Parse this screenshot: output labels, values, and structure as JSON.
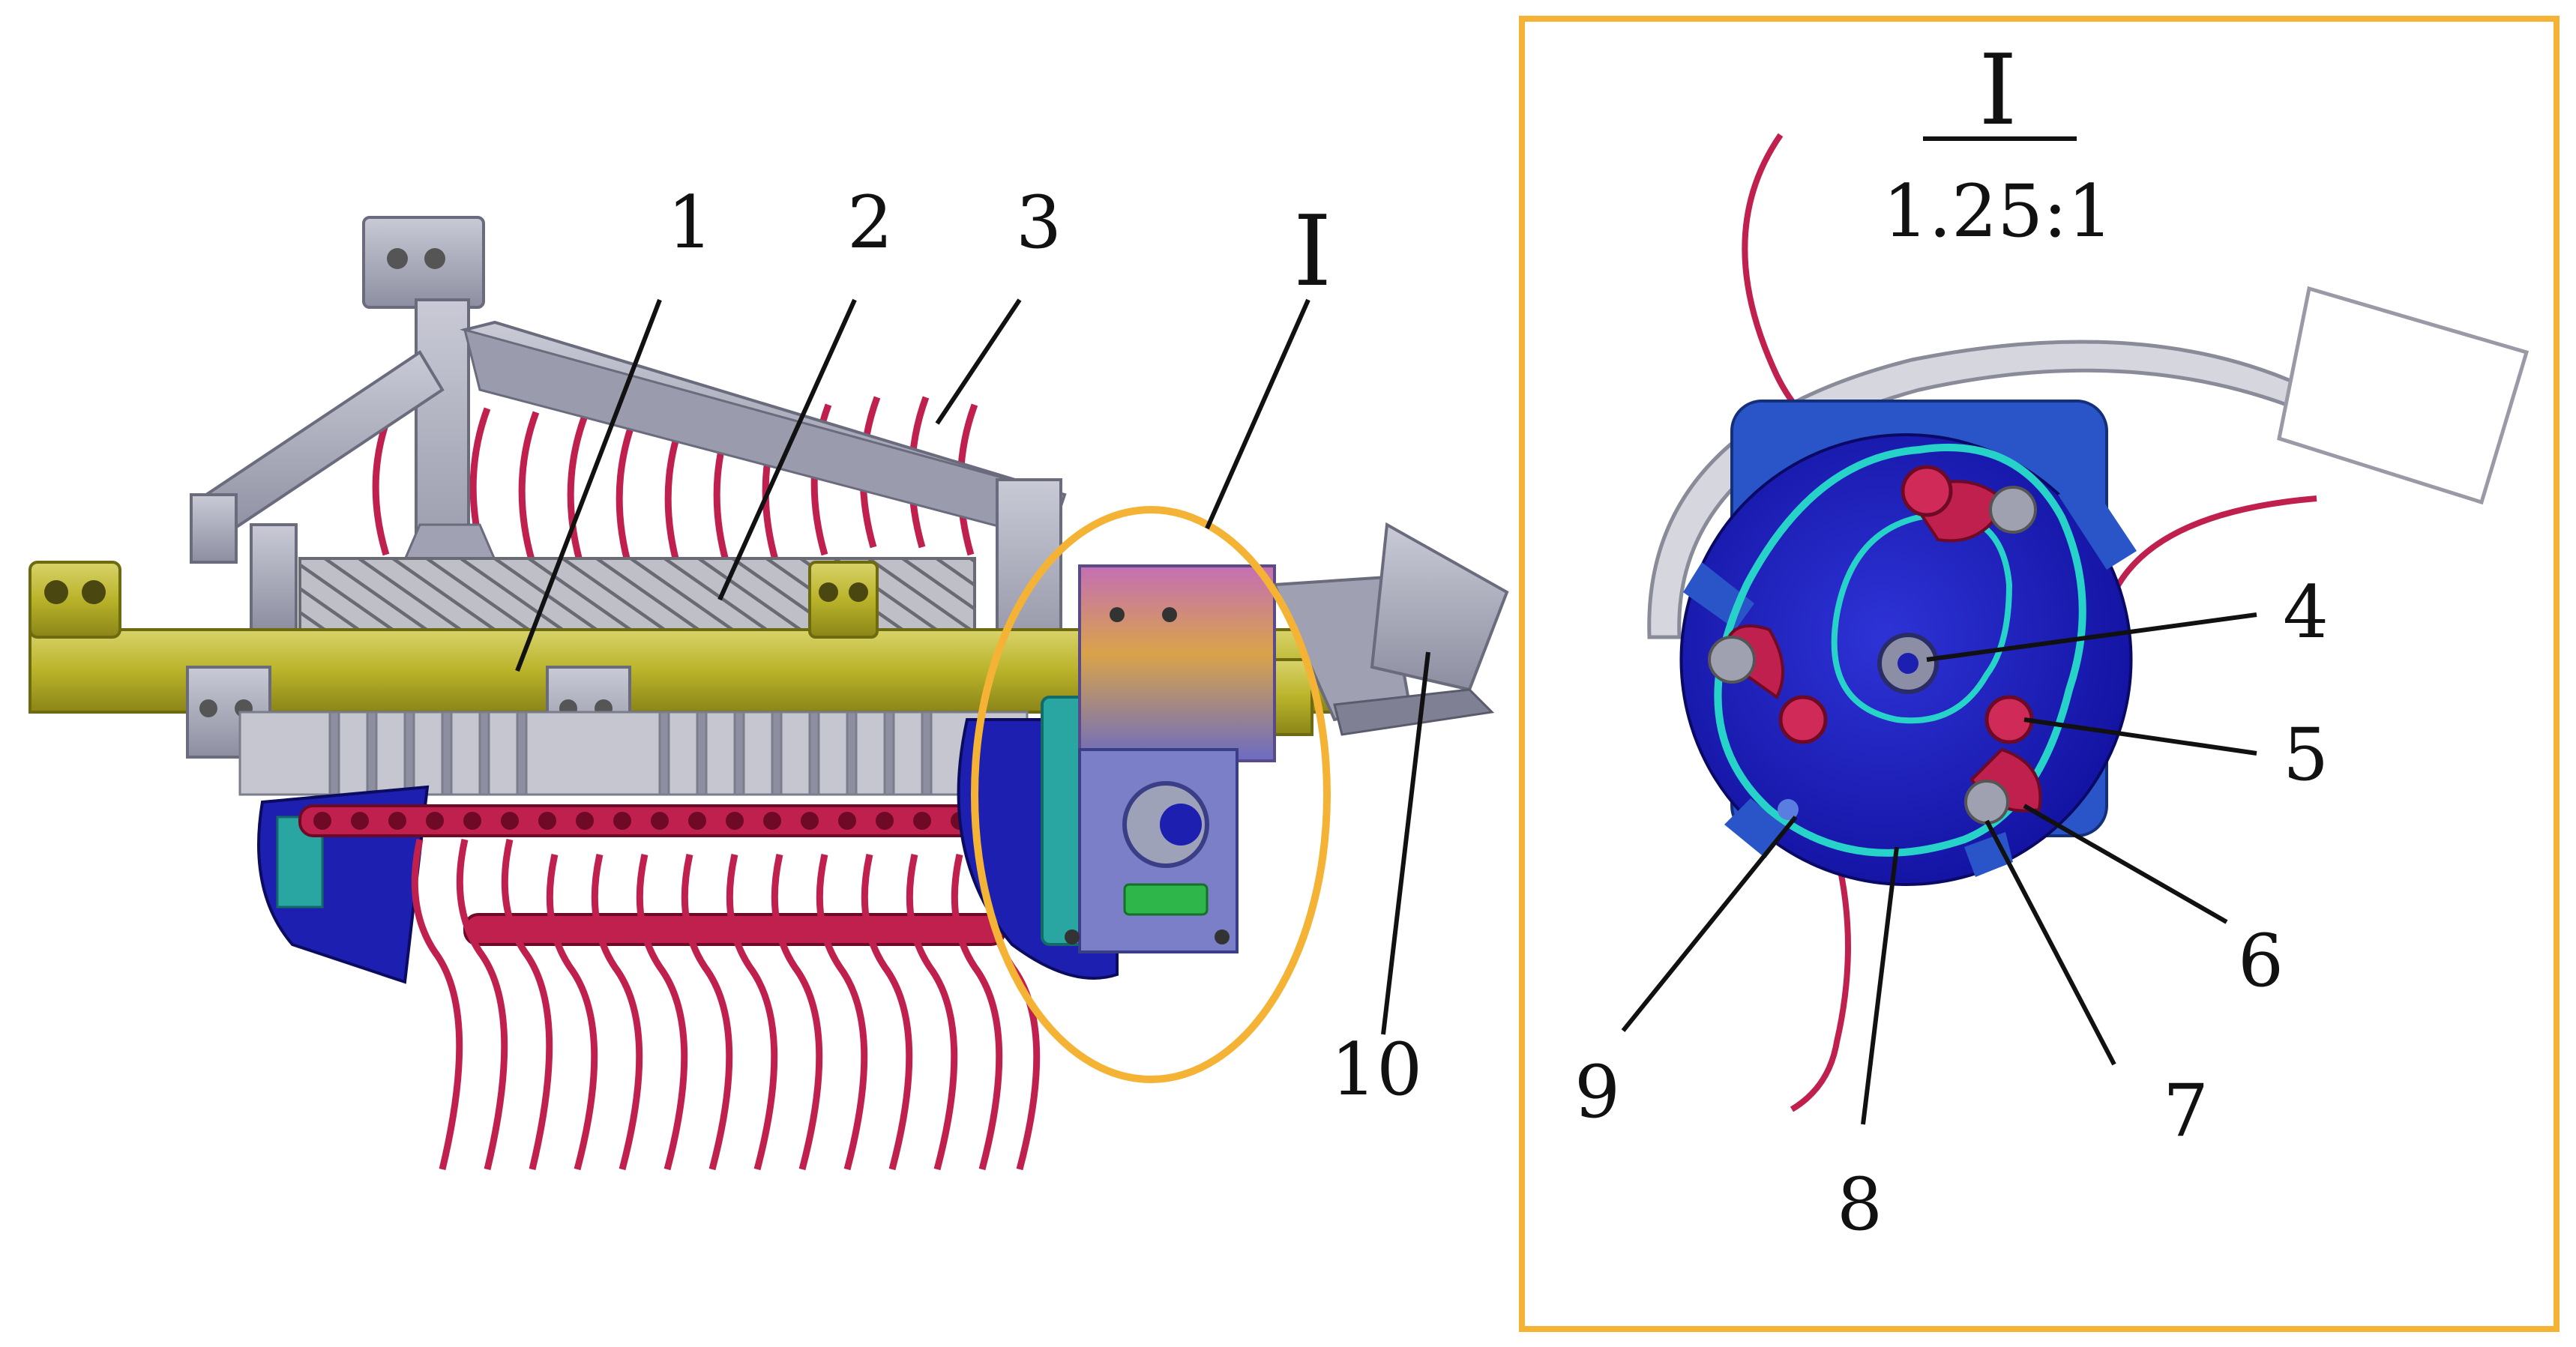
{
  "overview": {
    "callout_labels": [
      "1",
      "2",
      "3",
      "I",
      "10"
    ]
  },
  "detail": {
    "view_label": "I",
    "scale": "1.25:1",
    "callout_labels": [
      "4",
      "5",
      "6",
      "7",
      "8",
      "9"
    ]
  },
  "colors": {
    "frame_beam": "#b9b32a",
    "frame_grey": "#a6a7b8",
    "tines": "#c0204e",
    "roller": "#1d1fb0",
    "teal_plate": "#2aa6a2",
    "cam_track": "#27d3c8",
    "highlight_ellipse": "#f5b335",
    "detail_border": "#f5b335",
    "ink": "#111111"
  }
}
